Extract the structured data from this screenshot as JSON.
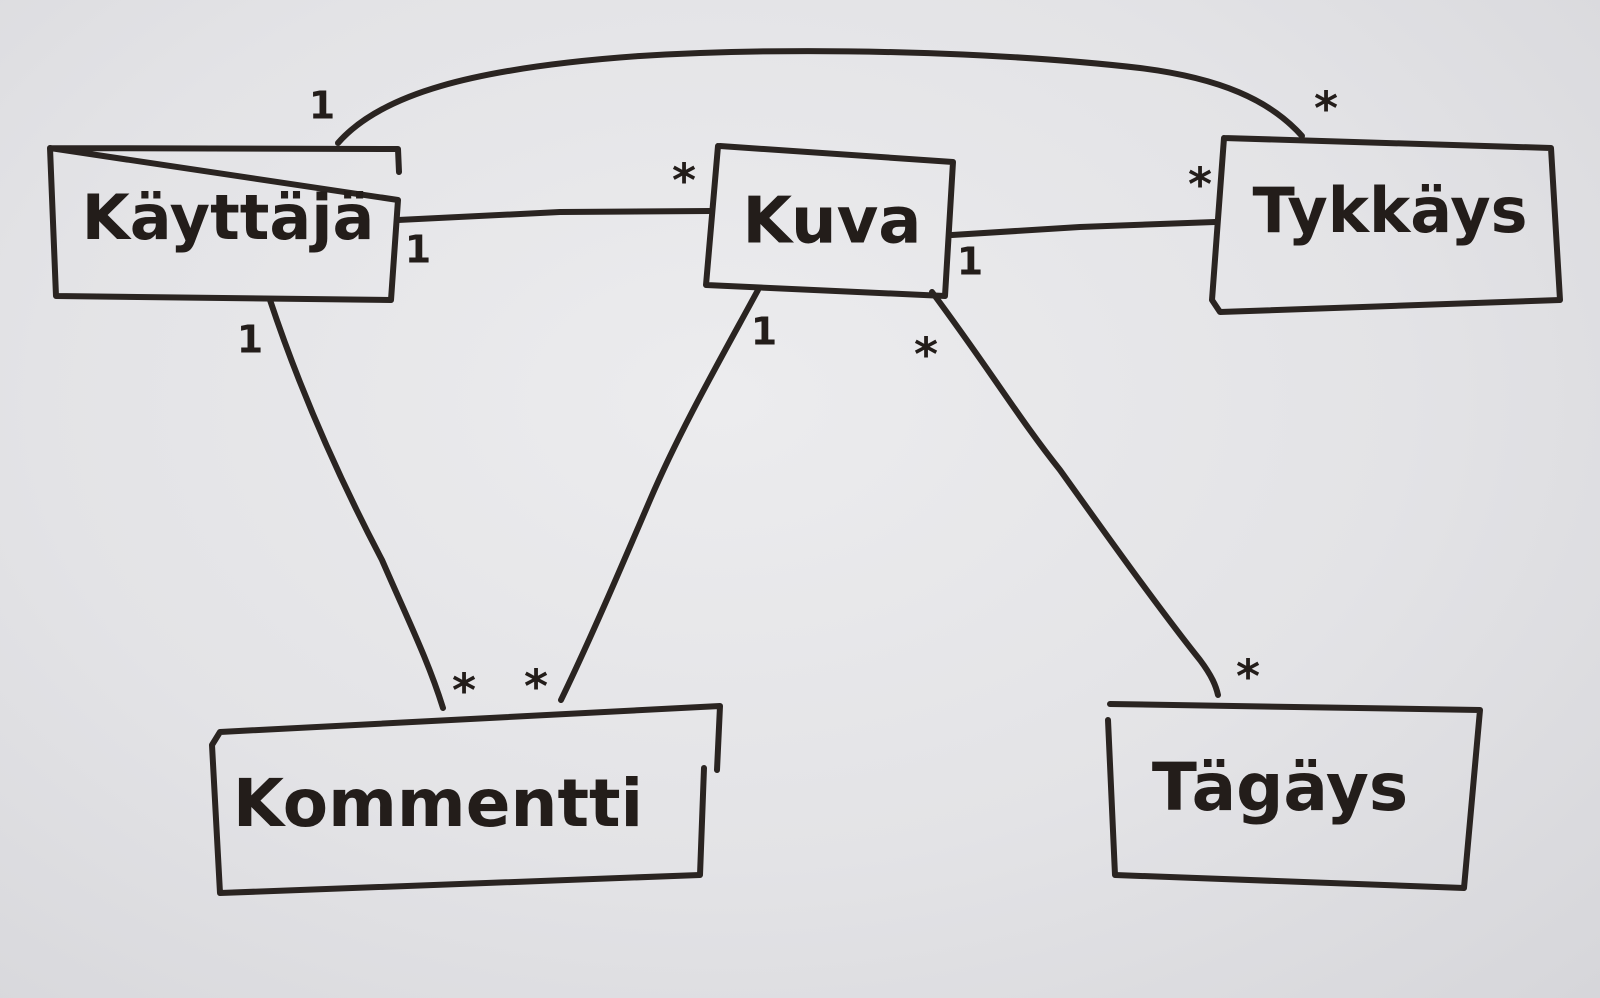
{
  "diagram": {
    "entities": {
      "kayttaja": "Käyttäjä",
      "kuva": "Kuva",
      "tykkays": "Tykkäys",
      "kommentti": "Kommentti",
      "tagays": "Tägäys"
    },
    "associations": [
      {
        "from": "Käyttäjä",
        "to": "Tykkäys",
        "from_multiplicity": "1",
        "to_multiplicity": "*"
      },
      {
        "from": "Käyttäjä",
        "to": "Kuva",
        "from_multiplicity": "1",
        "to_multiplicity": "*"
      },
      {
        "from": "Kuva",
        "to": "Tykkäys",
        "from_multiplicity": "1",
        "to_multiplicity": "*"
      },
      {
        "from": "Käyttäjä",
        "to": "Kommentti",
        "from_multiplicity": "1",
        "to_multiplicity": "*"
      },
      {
        "from": "Kuva",
        "to": "Kommentti",
        "from_multiplicity": "1",
        "to_multiplicity": "*"
      },
      {
        "from": "Kuva",
        "to": "Tägäys",
        "from_multiplicity": "*",
        "to_multiplicity": "*"
      }
    ]
  }
}
